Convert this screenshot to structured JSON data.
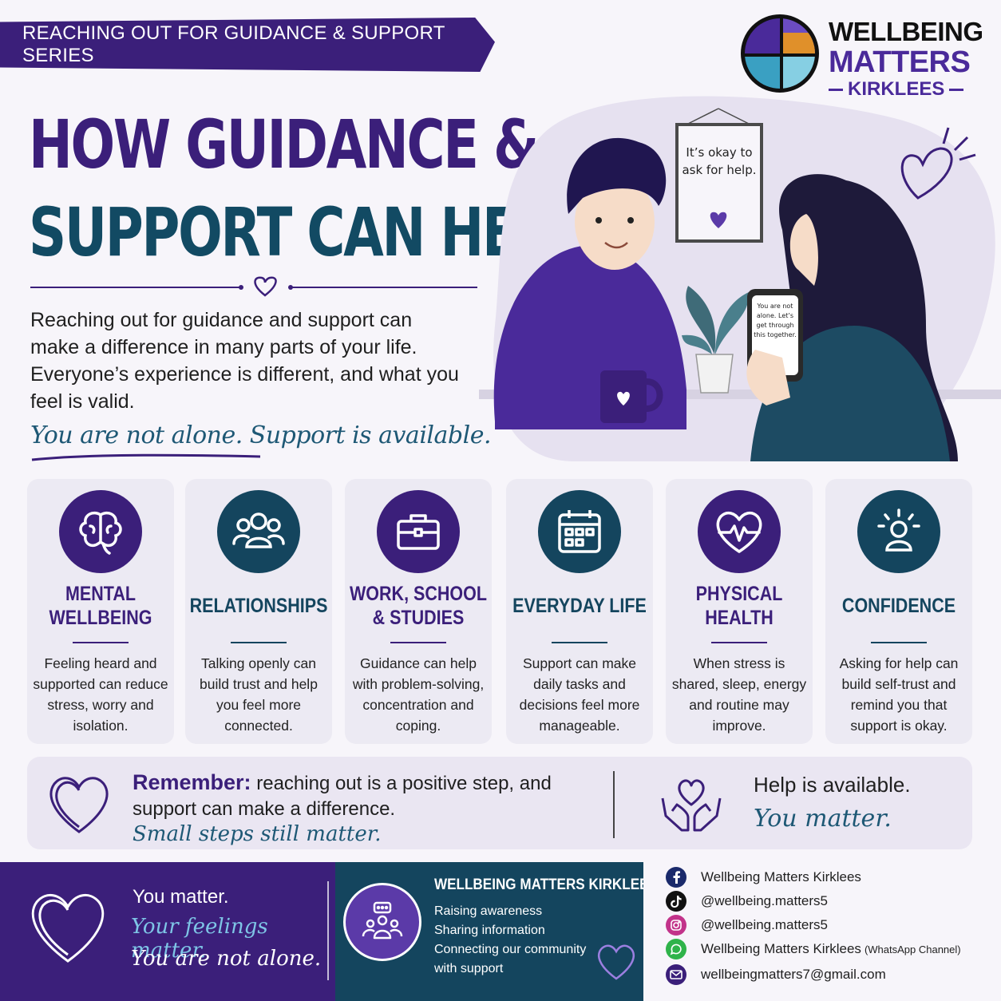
{
  "banner": {
    "text": "REACHING OUT FOR GUIDANCE & SUPPORT SERIES"
  },
  "logo": {
    "line1": "WELLBEING",
    "line2": "MATTERS",
    "line3": "KIRKLEES"
  },
  "title": {
    "line1": "HOW GUIDANCE &",
    "line2": "SUPPORT CAN HELP YOU"
  },
  "intro": {
    "text": "Reaching out for guidance and support can make a difference in many parts of your life. Everyone’s experience is different, and what you feel is valid.",
    "tagline": "You are not alone. Support is available."
  },
  "scene": {
    "poster": "It’s okay to ask for help.",
    "phone": "You are not alone. Let’s get through this together."
  },
  "colors": {
    "purple": "#3b1f7a",
    "teal": "#14455e",
    "light_card": "#eceaf3"
  },
  "cards": [
    {
      "title": "MENTAL WELLBEING",
      "text": "Feeling heard and supported can reduce stress, worry and isolation.",
      "icon": "brain-icon",
      "color": "#3b1f7a"
    },
    {
      "title": "RELATIONSHIPS",
      "text": "Talking openly can build trust and help you feel more connected.",
      "icon": "people-group-icon",
      "color": "#14455e"
    },
    {
      "title": "WORK, SCHOOL & STUDIES",
      "text": "Guidance can help with problem-solving, concentration and coping.",
      "icon": "briefcase-icon",
      "color": "#3b1f7a"
    },
    {
      "title": "EVERYDAY LIFE",
      "text": "Support can make daily tasks and decisions feel more manageable.",
      "icon": "calendar-icon",
      "color": "#14455e"
    },
    {
      "title": "PHYSICAL HEALTH",
      "text": "When stress is shared, sleep, energy and routine may improve.",
      "icon": "heart-pulse-icon",
      "color": "#3b1f7a"
    },
    {
      "title": "CONFIDENCE",
      "text": "Asking for help can build self-trust and remind you that support is okay.",
      "icon": "person-shine-icon",
      "color": "#14455e"
    }
  ],
  "remember": {
    "label": "Remember:",
    "text": " reaching out is a positive step, and support can make a difference.",
    "small": "Small steps still matter.",
    "help": "Help is available.",
    "matter": "You matter."
  },
  "footer_left": {
    "l1": "You matter.",
    "l2": "Your feelings matter.",
    "l3": "You are not alone."
  },
  "footer_mid": {
    "title": "WELLBEING MATTERS KIRKLEES",
    "items": [
      "Raising awareness",
      "Sharing information",
      "Connecting our community",
      "with support"
    ]
  },
  "socials": [
    {
      "icon": "facebook-icon",
      "text": "Wellbeing Matters Kirklees",
      "note": "",
      "color": "#1a2a6b"
    },
    {
      "icon": "tiktok-icon",
      "text": "@wellbeing.matters5",
      "note": "",
      "color": "#111111"
    },
    {
      "icon": "instagram-icon",
      "text": "@wellbeing.matters5",
      "note": "",
      "color": "#c2338a"
    },
    {
      "icon": "whatsapp-icon",
      "text": "Wellbeing Matters Kirklees",
      "note": "(WhatsApp Channel)",
      "color": "#2fb34a"
    },
    {
      "icon": "email-icon",
      "text": "wellbeingmatters7@gmail.com",
      "note": "",
      "color": "#3b1f7a"
    }
  ]
}
